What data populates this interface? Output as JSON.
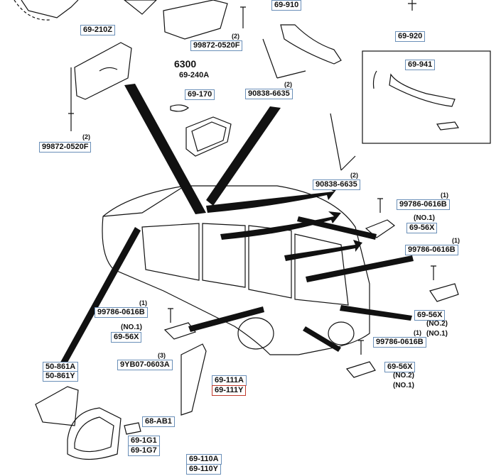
{
  "labels": {
    "sunvisor_part": "69-210Z",
    "sunvisor_screw": "99872-0520F",
    "sunvisor_screw_qty": "(2)",
    "top_screw": "99872-0520F",
    "top_screw_qty": "(2)",
    "handle_front": "69-910",
    "handle_front_screw": "90838-6635",
    "handle_front_screw_qty": "(2)",
    "handle_rear": "69-920",
    "handle_rear_cap": "69-941",
    "handle_rear_screw": "90838-6635",
    "handle_rear_screw_qty": "(2)",
    "mirror_ref": "6300",
    "mirror_bracket": "69-240A",
    "mirror": "69-170",
    "bolt_a": "99786-0616B",
    "bolt_a_qty": "(1)",
    "hook_a_no": "(NO.1)",
    "hook_a": "69-56X",
    "bolt_b": "99786-0616B",
    "bolt_b_qty": "(1)",
    "hook_b": "69-56X",
    "hook_b_no2": "(NO.2)",
    "hook_b_no1": "(NO.1)",
    "bolt_c": "99786-0616B",
    "bolt_c_qty": "(1)",
    "hook_c_no": "(NO.1)",
    "hook_c": "69-56X",
    "bolt_d": "99786-0616B",
    "bolt_d_qty": "(1)",
    "hook_d": "69-56X",
    "hook_d_no2": "(NO.2)",
    "hook_d_no1": "(NO.1)",
    "clip": "9YB07-0603A",
    "clip_qty": "(3)",
    "cover_a": "69-111A",
    "cover_b": "69-111Y",
    "garnish_a": "50-861A",
    "garnish_b": "50-861Y",
    "bracket": "68-AB1",
    "mirror_out_a": "69-1G1",
    "mirror_out_b": "69-1G7",
    "mirror_assy_a": "69-110A",
    "mirror_assy_b": "69-110Y"
  },
  "colors": {
    "line": "#111111",
    "box_border": "#6a8fb8",
    "highlight": "#c0392b"
  }
}
